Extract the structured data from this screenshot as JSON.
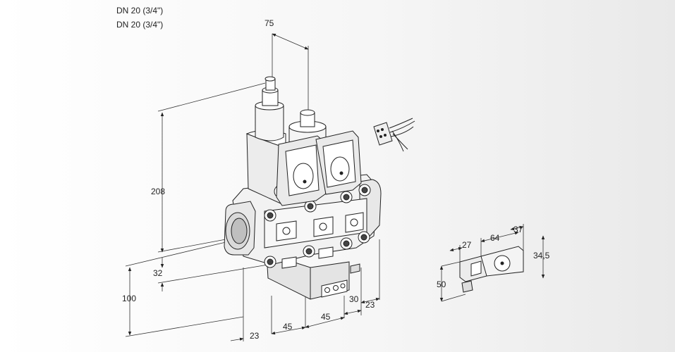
{
  "header": {
    "line1": "DN 20 (3/4\")",
    "line2": "DN 20 (3/4\")"
  },
  "dimensions": {
    "top_width": "75",
    "height_total": "208",
    "height_mid": "32",
    "height_base": "100",
    "bottom_1": "23",
    "bottom_2": "45",
    "bottom_3": "45",
    "bottom_4": "30",
    "bottom_5": "23"
  },
  "connector_dimensions": {
    "width_a": "27",
    "width_b": "64",
    "width_c": "37",
    "height_a": "34,5",
    "height_b": "50"
  }
}
